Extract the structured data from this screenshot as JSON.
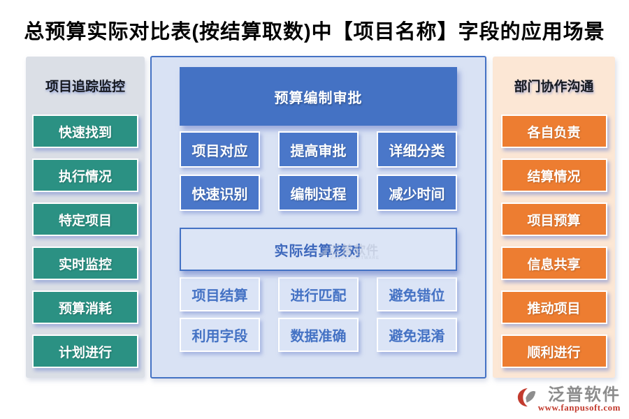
{
  "title": "总预算实际对比表(按结算取数)中【项目名称】字段的应用场景",
  "left_panel": {
    "header": "项目追踪监控",
    "items": [
      "快速找到",
      "执行情况",
      "特定项目",
      "实时监控",
      "预算消耗",
      "计划进行"
    ]
  },
  "center_panel": {
    "top_header": "预算编制审批",
    "top_items": [
      "项目对应",
      "提高审批",
      "详细分类",
      "快速识别",
      "编制过程",
      "减少时间"
    ],
    "bottom_header": "实际结算核对",
    "bottom_items": [
      "项目结算",
      "进行匹配",
      "避免错位",
      "利用字段",
      "数据准确",
      "避免混淆"
    ]
  },
  "right_panel": {
    "header": "部门协作沟通",
    "items": [
      "各自负责",
      "结算情况",
      "项目预算",
      "信息共享",
      "推动项目",
      "顺利进行"
    ]
  },
  "watermark": {
    "text": "泛普软件",
    "subtext": "FANPU SOFTWARE"
  },
  "footer": {
    "brand": "泛普软件",
    "url": "www.fanpusoft.com"
  },
  "colors": {
    "teal": "#2B9183",
    "orange": "#ED7D31",
    "blue": "#4472C4",
    "center_bg": "#D9E2F4",
    "left_bg": "#DBDFE6",
    "right_bg": "#FCE7D5",
    "logo_red": "#C23B2E"
  }
}
